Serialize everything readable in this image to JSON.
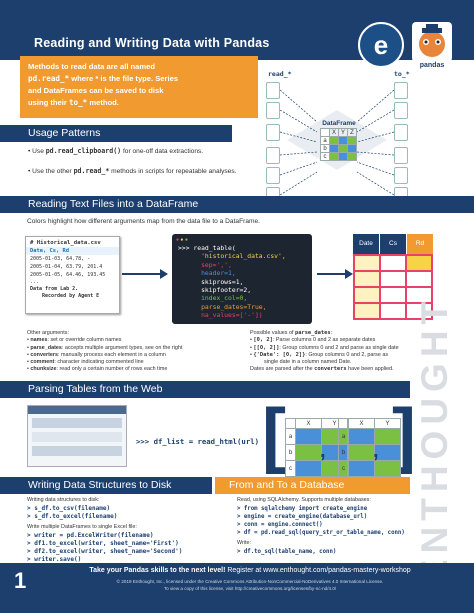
{
  "header": {
    "title": "Reading and Writing Data with Pandas",
    "logo_letter": "e",
    "panda_label": "pandas"
  },
  "intro": {
    "line1": "Methods to read data are all named",
    "line2_code": "pd.read_*",
    "line2_rest": " where * is the file type. Series",
    "line3": "and DataFrames can be saved to disk",
    "line4_a": "using their ",
    "line4_code": "to_*",
    "line4_b": " method."
  },
  "diagram": {
    "read_label": "read_*",
    "to_label": "to_*",
    "df_label": "DataFrame",
    "cols": [
      "X",
      "Y",
      "Z"
    ],
    "rows": [
      "a",
      "b",
      "c"
    ]
  },
  "usage": {
    "title": "Usage Patterns",
    "b1_a": "Use ",
    "b1_code": "pd.read_clipboard()",
    "b1_b": " for one-off data extractions.",
    "b2_a": "Use the other ",
    "b2_code": "pd.read_*",
    "b2_b": " methods in scripts for repeatable analyses."
  },
  "reading": {
    "title": "Reading Text Files into a DataFrame",
    "subtitle": "Colors highlight how different arguments map from the data file to a DataFrame.",
    "file": {
      "title": "# Historical_data.csv",
      "cols": [
        "Date,",
        "Cs,",
        "Rd"
      ],
      "rows": [
        "2005-01-03, 64.78, -",
        "2005-01-04, 63.79, 201.4",
        "2005-01-05, 64.46, 193.45"
      ],
      "dots": "...",
      "note1": "Data from Lab 2.",
      "note2": "Recorded by Agent E"
    },
    "code": [
      ">>> read_table(",
      "      'historical_data.csv',",
      "      sep=',',",
      "      header=1,",
      "      skiprows=1,",
      "      skipfooter=2,",
      "      index_col=0,",
      "      parse_dates=True,",
      "      na_values=['-'])"
    ],
    "df_cols": [
      "Date",
      "Cs",
      "Rd"
    ],
    "other_title": "Other arguments:",
    "other": [
      {
        "k": "names",
        "v": ": set or override column names"
      },
      {
        "k": "parse_dates",
        "v": ": accepts multiple argument types, see on the right"
      },
      {
        "k": "converters",
        "v": ": manually process each element in a column"
      },
      {
        "k": "comment",
        "v": ": character indicating commented line"
      },
      {
        "k": "chunksize",
        "v": ": read only a certain number of rows each time"
      }
    ],
    "pd_title_a": "Possible values of ",
    "pd_title_code": "parse_dates",
    "pd": [
      {
        "k": "[0, 2]",
        "v": ": Parse columns 0 and 2 as separate dates"
      },
      {
        "k": "[[0, 2]]",
        "v": ": Group columns 0 and 2 and parse as single date"
      },
      {
        "k": "{'Date': [0, 2]}",
        "v": ": Group columns 0 and 2, parse as"
      },
      {
        "k": "",
        "v": "single date in a column named Date."
      }
    ],
    "pd_last_a": "Dates are parsed after the ",
    "pd_last_code": "converters",
    "pd_last_b": " have been applied."
  },
  "web": {
    "title": "Parsing Tables from the Web",
    "code": ">>> df_list = read_html(url)",
    "cols": [
      "X",
      "Y"
    ],
    "rows": [
      "a",
      "b",
      "c"
    ]
  },
  "writing": {
    "title": "Writing Data Structures to Disk",
    "l1": "Writing data structures to disk:",
    "c1": [
      "> s_df.to_csv(filename)",
      "> s_df.to_excel(filename)"
    ],
    "l2": "Write multiple DataFrames to single Excel file:",
    "c2": [
      "> writer = pd.ExcelWriter(filename)",
      "> df1.to_excel(writer, sheet_name='First')",
      "> df2.to_excel(writer, sheet_name='Second')",
      "> writer.save()"
    ]
  },
  "database": {
    "title": "From and To a Database",
    "l1": "Read, using SQLAlchemy. Supports multiple databases:",
    "c1": [
      "> from sqlalchemy import create_engine",
      "> engine = create_engine(database_url)",
      "> conn = engine.connect()",
      "> df = pd.read_sql(query_str_or_table_name, conn)"
    ],
    "l2": "Write:",
    "c2": [
      "> df.to_sql(table_name, conn)"
    ]
  },
  "brand": "ENTHOUGHT",
  "footer": {
    "num": "1",
    "line1_a": "Take your Pandas skills to the next level!",
    "line1_b": " Register at www.enthought.com/pandas-mastery-workshop",
    "copy1": "© 2019 Enthought, Inc., licensed under the Creative Commons Attribution-NonCommercial-NoDerivatives 4.0 International License.",
    "copy2": "To view a copy of this license, visit http://creativecommons.org/licenses/by-nc-nd/4.0/"
  },
  "colors": {
    "navy": "#1c3f6d",
    "orange": "#f19a2f",
    "code_bg": "#1d2530",
    "green": "#7bc043",
    "pink": "#e8426a",
    "yellow": "#f5d547",
    "blue": "#4a90d9"
  }
}
